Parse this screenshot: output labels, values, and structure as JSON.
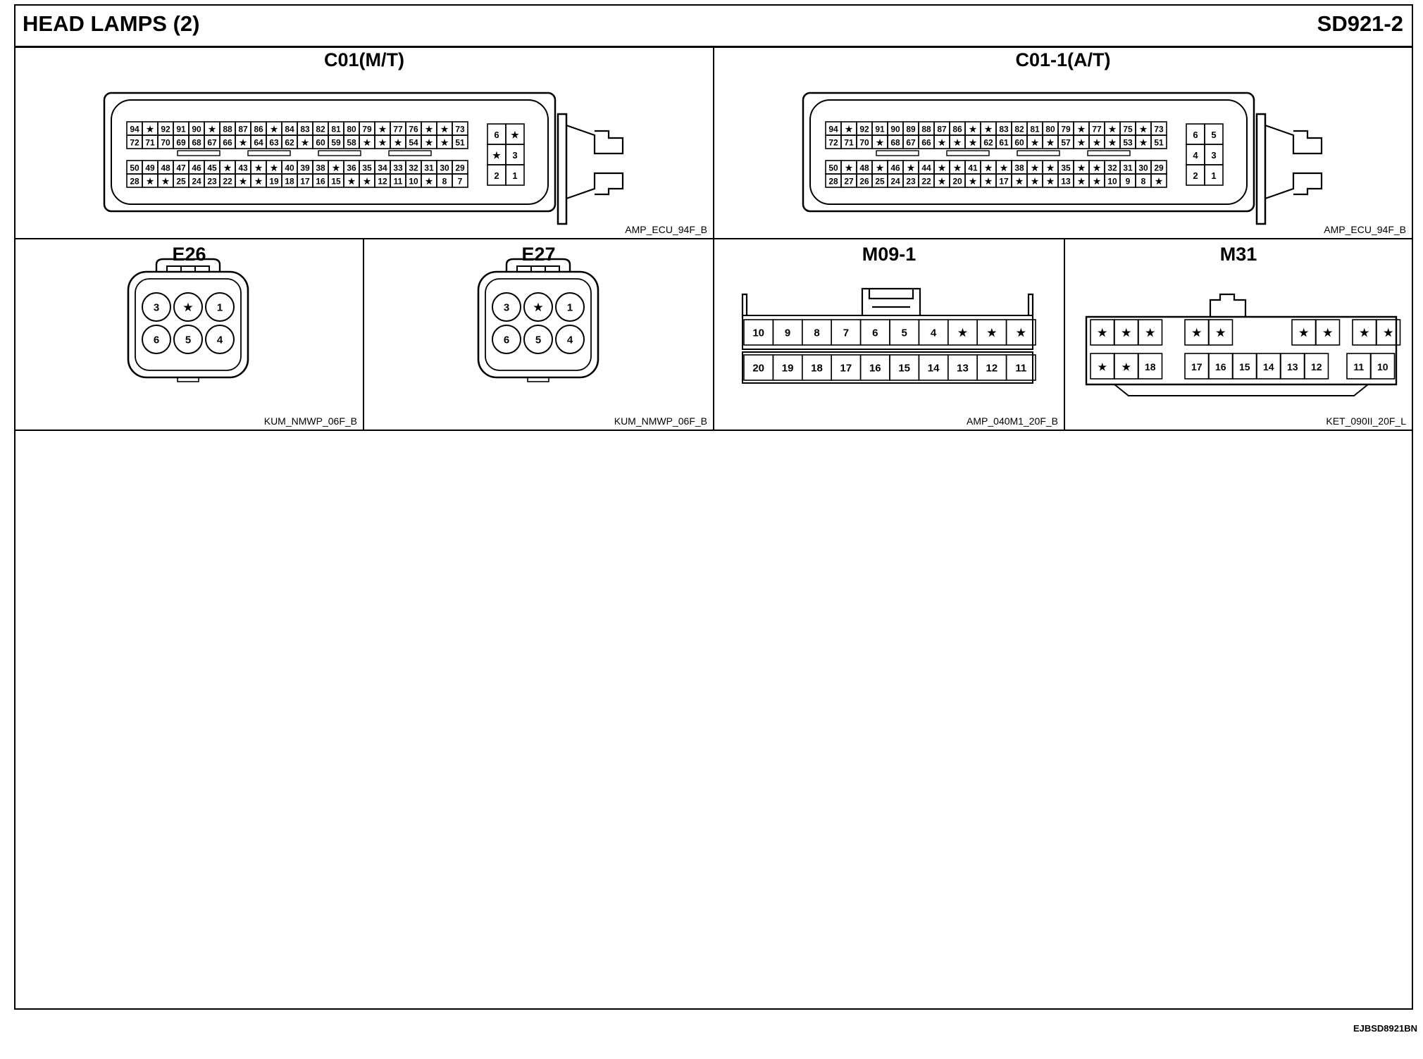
{
  "header": {
    "title": "HEAD LAMPS (2)",
    "code": "SD921-2"
  },
  "footer": {
    "code": "EJBSD8921BN"
  },
  "connectors": {
    "c01": {
      "name": "C01(M/T)",
      "part": "AMP_ECU_94F_B",
      "row1": [
        "94",
        "★",
        "92",
        "91",
        "90",
        "★",
        "88",
        "87",
        "86",
        "★",
        "84",
        "83",
        "82",
        "81",
        "80",
        "79",
        "★",
        "77",
        "76",
        "★",
        "★",
        "73"
      ],
      "row2": [
        "72",
        "71",
        "70",
        "69",
        "68",
        "67",
        "66",
        "★",
        "64",
        "63",
        "62",
        "★",
        "60",
        "59",
        "58",
        "★",
        "★",
        "★",
        "54",
        "★",
        "★",
        "51"
      ],
      "row3": [
        "50",
        "49",
        "48",
        "47",
        "46",
        "45",
        "★",
        "43",
        "★",
        "★",
        "40",
        "39",
        "38",
        "★",
        "36",
        "35",
        "34",
        "33",
        "32",
        "31",
        "30",
        "29"
      ],
      "row4": [
        "28",
        "★",
        "★",
        "25",
        "24",
        "23",
        "22",
        "★",
        "★",
        "19",
        "18",
        "17",
        "16",
        "15",
        "★",
        "★",
        "12",
        "11",
        "10",
        "★",
        "8",
        "7"
      ],
      "side": [
        "6",
        "★",
        "★",
        "3",
        "2",
        "1"
      ]
    },
    "c011": {
      "name": "C01-1(A/T)",
      "part": "AMP_ECU_94F_B",
      "row1": [
        "94",
        "★",
        "92",
        "91",
        "90",
        "89",
        "88",
        "87",
        "86",
        "★",
        "★",
        "83",
        "82",
        "81",
        "80",
        "79",
        "★",
        "77",
        "★",
        "75",
        "★",
        "73"
      ],
      "row2": [
        "72",
        "71",
        "70",
        "★",
        "68",
        "67",
        "66",
        "★",
        "★",
        "★",
        "62",
        "61",
        "60",
        "★",
        "★",
        "57",
        "★",
        "★",
        "★",
        "53",
        "★",
        "51"
      ],
      "row3": [
        "50",
        "★",
        "48",
        "★",
        "46",
        "★",
        "44",
        "★",
        "★",
        "41",
        "★",
        "★",
        "38",
        "★",
        "★",
        "35",
        "★",
        "★",
        "32",
        "31",
        "30",
        "29"
      ],
      "row4": [
        "28",
        "27",
        "26",
        "25",
        "24",
        "23",
        "22",
        "★",
        "20",
        "★",
        "★",
        "17",
        "★",
        "★",
        "★",
        "13",
        "★",
        "★",
        "10",
        "9",
        "8",
        "★"
      ],
      "side": [
        "6",
        "5",
        "4",
        "3",
        "2",
        "1"
      ]
    },
    "e26": {
      "name": "E26",
      "part": "KUM_NMWP_06F_B",
      "pins": [
        "3",
        "★",
        "1",
        "6",
        "5",
        "4"
      ]
    },
    "e27": {
      "name": "E27",
      "part": "KUM_NMWP_06F_B",
      "pins": [
        "3",
        "★",
        "1",
        "6",
        "5",
        "4"
      ]
    },
    "m091": {
      "name": "M09-1",
      "part": "AMP_040M1_20F_B",
      "top": [
        "10",
        "9",
        "8",
        "7",
        "6",
        "5",
        "4",
        "★",
        "★",
        "★"
      ],
      "bottom": [
        "20",
        "19",
        "18",
        "17",
        "16",
        "15",
        "14",
        "13",
        "12",
        "11"
      ]
    },
    "m31": {
      "name": "M31",
      "part": "KET_090II_20F_L",
      "top": [
        "★",
        "★",
        "★",
        "★",
        "★",
        "★",
        "★",
        "★",
        "★"
      ],
      "bottom": [
        "★",
        "★",
        "18",
        "17",
        "16",
        "15",
        "14",
        "13",
        "12",
        "11",
        "10"
      ]
    }
  }
}
